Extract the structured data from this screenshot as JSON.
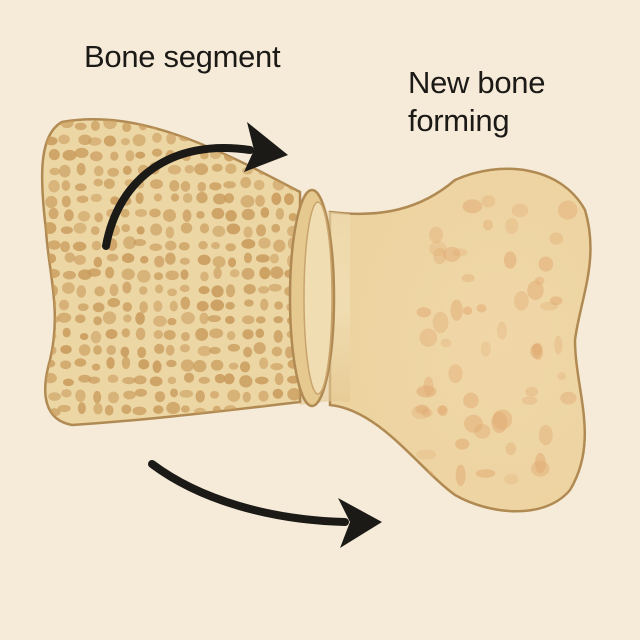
{
  "labels": {
    "bone_segment": "Bone segment",
    "new_bone_line1": "New bone",
    "new_bone_line2": "forming"
  },
  "colors": {
    "background": "#f6ebd9",
    "bone_fill": "#ecd6a4",
    "bone_outline": "#b08a52",
    "pore": "#c99b5c",
    "new_bone_fill": "#f0dcae",
    "new_bone_spot": "#e0a870",
    "arrow": "#1c1a17"
  }
}
